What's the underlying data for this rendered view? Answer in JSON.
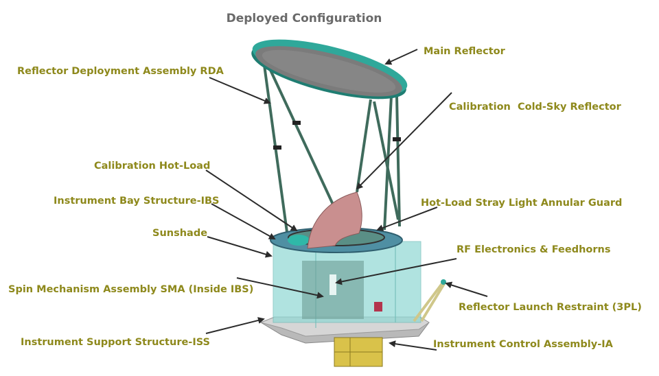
{
  "title": "Deployed Configuration",
  "labels": {
    "main_reflector": "Main Reflector",
    "rda": "Reflector Deployment Assembly RDA",
    "cold_sky": "Calibration  Cold-Sky Reflector",
    "hot_load": "Calibration Hot-Load",
    "ibs": "Instrument Bay Structure-IBS",
    "annular_guard": "Hot-Load Stray Light Annular Guard",
    "sunshade": "Sunshade",
    "rf": "RF Electronics & Feedhorns",
    "sma": "Spin Mechanism Assembly SMA (Inside IBS)",
    "launch_restraint": "Reflector Launch Restraint (3PL)",
    "iss": "Instrument Support Structure-ISS",
    "ia": "Instrument Control Assembly-IA"
  },
  "colors": {
    "label": "#8e891c",
    "reflector_rim": "#2fa89a",
    "body": "#8fd8d4",
    "cold_sky": "#c98f8f",
    "ia": "#d9c24a"
  }
}
